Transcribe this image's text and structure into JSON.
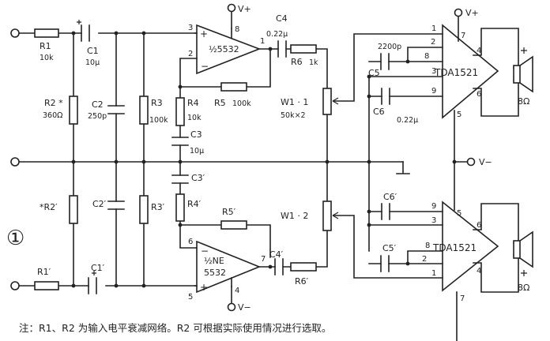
{
  "labels": {
    "vplus_top": "V+",
    "vplus_right": "V+",
    "vminus_right": "V−",
    "vminus_bottom": "V−",
    "r1": "R1",
    "r1_val": "10k",
    "c1": "C1",
    "c1_val": "10μ",
    "r2": "R2 *",
    "r2_val": "360Ω",
    "c2": "C2",
    "c2_val": "250p",
    "r3": "R3",
    "r3_val": "100k",
    "r4": "R4",
    "r4_val": "10k",
    "c3": "C3",
    "c3_val": "10μ",
    "c4": "C4",
    "c4_val": "0.22μ",
    "r6": "R6",
    "r6_val": "1k",
    "r5": "R5",
    "r5_val": "100k",
    "w1": "W1 · 1",
    "w1_val": "50k×2",
    "w1b": "W1 · 2",
    "c5_val": "2200p",
    "c5": "C5",
    "c6": "C6",
    "c6_val": "0.22μ",
    "tda_top": "TDA1521",
    "tda_bottom": "TDA1521",
    "spk_top": "8Ω",
    "spk_bottom": "8Ω",
    "c3p": "C3′",
    "r4p": "R4′",
    "r5p": "R5′",
    "r2p": "*R2′",
    "c2p": "C2′",
    "r3p": "R3′",
    "r1p": "R1′",
    "c1p": "C1′",
    "c4p": "C4′",
    "r6p": "R6′",
    "c6p": "C6′",
    "c5p": "C5′",
    "opamp_top": "½5532",
    "opamp_bottom_1": "½NE",
    "opamp_bottom_2": "5532",
    "figure_number": "①"
  },
  "pins": {
    "op1_in_plus": "3",
    "op1_in_minus": "2",
    "op1_vcc": "8",
    "op1_out": "1",
    "op2_in_plus": "5",
    "op2_in_minus": "6",
    "op2_vee": "4",
    "op2_out": "7",
    "tda1_p1": "1",
    "tda1_p2": "2",
    "tda1_p8": "8",
    "tda1_p3": "3",
    "tda1_p9": "9",
    "tda1_p7": "7",
    "tda1_p4": "4",
    "tda1_p6": "6",
    "tda1_p5": "5",
    "tda2_p9": "9",
    "tda2_p3": "3",
    "tda2_p8": "8",
    "tda2_p2": "2",
    "tda2_p1": "1",
    "tda2_p5": "5",
    "tda2_p6": "6",
    "tda2_p4": "4",
    "tda2_p7": "7"
  },
  "note": "注：R1、R2 为输入电平衰减网络。R2 可根据实际使用情况进行选取。"
}
